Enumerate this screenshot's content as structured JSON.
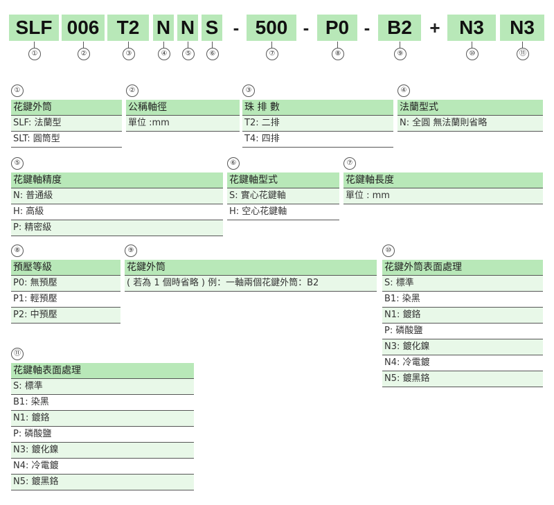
{
  "code": {
    "parts": [
      "SLF",
      "006",
      "T2",
      "N",
      "N",
      "S",
      "500",
      "P0",
      "B2",
      "N3",
      "N3"
    ],
    "separators": [
      "-",
      "-",
      "-",
      "+"
    ]
  },
  "markers": [
    "①",
    "②",
    "③",
    "④",
    "⑤",
    "⑥",
    "⑦",
    "⑧",
    "⑨",
    "⑩",
    "⑪"
  ],
  "blocks": [
    {
      "marker": "①",
      "header": "花鍵外筒",
      "rows": [
        "SLF: 法蘭型",
        "SLT: 圓筒型"
      ]
    },
    {
      "marker": "②",
      "header": "公稱軸徑",
      "rows": [
        "單位 :mm"
      ]
    },
    {
      "marker": "③",
      "header": "珠 排 數",
      "rows": [
        "T2: 二排",
        "T4: 四排"
      ]
    },
    {
      "marker": "④",
      "header": "法蘭型式",
      "rows": [
        "N: 全圓  無法蘭則省略"
      ]
    },
    {
      "marker": "⑤",
      "header": "花鍵軸精度",
      "rows": [
        "N: 普通級",
        "H: 高級",
        "P: 精密級"
      ]
    },
    {
      "marker": "⑥",
      "header": "花鍵軸型式",
      "rows": [
        "S: 實心花鍵軸",
        "H: 空心花鍵軸"
      ]
    },
    {
      "marker": "⑦",
      "header": "花鍵軸長度",
      "rows": [
        "單位 : mm"
      ]
    },
    {
      "marker": "⑧",
      "header": "預壓等級",
      "rows": [
        "P0: 無預壓",
        "P1: 輕預壓",
        "P2: 中預壓"
      ]
    },
    {
      "marker": "⑨",
      "header": "花鍵外筒",
      "rows": [
        "( 若為 1 個時省略 ) 例：一軸兩個花鍵外筒：B2"
      ]
    },
    {
      "marker": "⑩",
      "header": "花鍵外筒表面處理",
      "rows": [
        "S: 標準",
        "B1: 染黑",
        "N1: 鍍鉻",
        "P: 磷酸鹽",
        "N3: 鍍化鎳",
        "N4: 冷電鍍",
        "N5: 鍍黑鉻"
      ]
    },
    {
      "marker": "⑪",
      "header": "花鍵軸表面處理",
      "rows": [
        "S: 標準",
        "B1: 染黑",
        "N1: 鍍鉻",
        "P: 磷酸鹽",
        "N3: 鍍化鎳",
        "N4: 冷電鍍",
        "N5: 鍍黑鉻"
      ]
    }
  ]
}
